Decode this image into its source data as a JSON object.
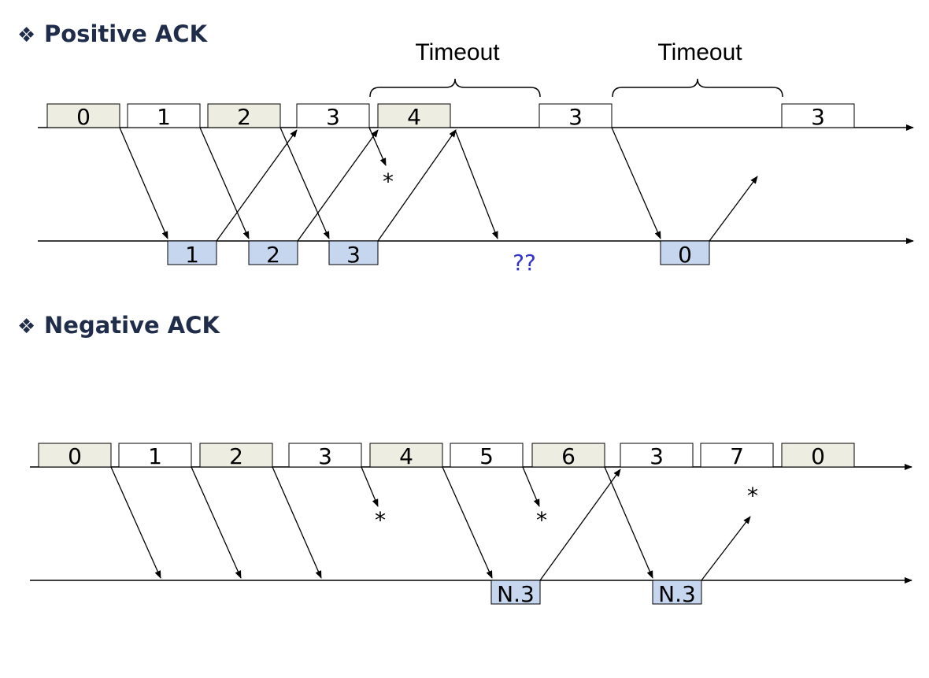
{
  "colors": {
    "data_frame_shaded": "#eeede1",
    "data_frame_plain": "#ffffff",
    "ack_frame": "#c5d6ee",
    "question_text": "#3333cc",
    "heading_text": "#1f2d4a"
  },
  "positive": {
    "heading": "Positive ACK",
    "bullet_icon": "diamond-four-icon",
    "sender_frames": [
      {
        "label": "0",
        "shaded": true
      },
      {
        "label": "1",
        "shaded": false
      },
      {
        "label": "2",
        "shaded": true
      },
      {
        "label": "3",
        "shaded": false
      },
      {
        "label": "4",
        "shaded": true
      },
      {
        "label": "3",
        "shaded": false
      },
      {
        "label": "3",
        "shaded": false
      }
    ],
    "receiver_frames": [
      {
        "label": "1"
      },
      {
        "label": "2"
      },
      {
        "label": "3"
      },
      {
        "label": "0"
      }
    ],
    "timeouts": [
      {
        "label": "Timeout"
      },
      {
        "label": "Timeout"
      }
    ],
    "lost_marker": "*",
    "question_marker": "??"
  },
  "negative": {
    "heading": "Negative ACK",
    "bullet_icon": "diamond-four-icon",
    "sender_frames": [
      {
        "label": "0",
        "shaded": true
      },
      {
        "label": "1",
        "shaded": false
      },
      {
        "label": "2",
        "shaded": true
      },
      {
        "label": "3",
        "shaded": false
      },
      {
        "label": "4",
        "shaded": true
      },
      {
        "label": "5",
        "shaded": false
      },
      {
        "label": "6",
        "shaded": true
      },
      {
        "label": "3",
        "shaded": false
      },
      {
        "label": "7",
        "shaded": false
      },
      {
        "label": "0",
        "shaded": true
      }
    ],
    "receiver_frames": [
      {
        "label": "N.3"
      },
      {
        "label": "N.3"
      }
    ],
    "lost_markers": [
      "*",
      "*",
      "*"
    ]
  }
}
